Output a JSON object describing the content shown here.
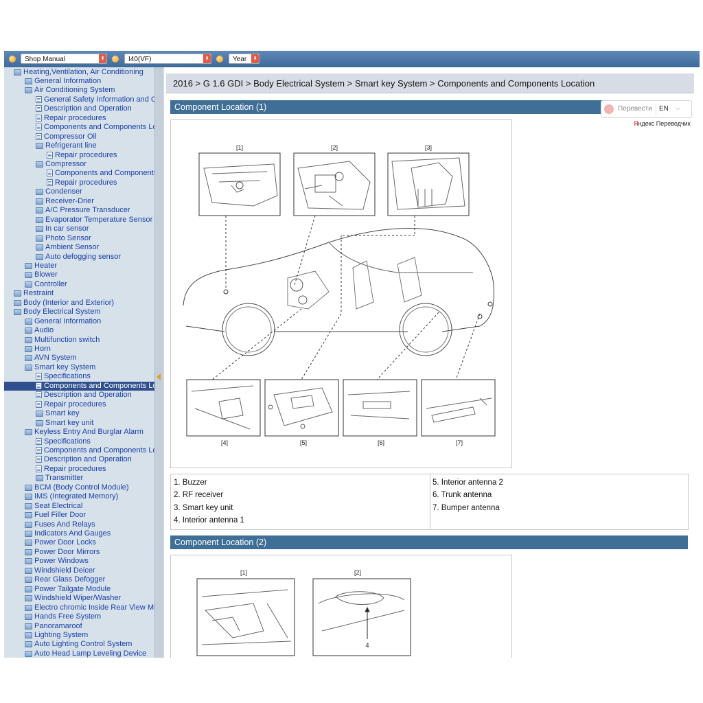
{
  "toolbar": {
    "manual": "Shop Manual",
    "model": "I40(VF)",
    "year": "Year"
  },
  "sidebar": {
    "items": [
      {
        "label": "Heating,Ventilation, Air Conditioning",
        "level": 1,
        "icon": "folder-open"
      },
      {
        "label": "General Information",
        "level": 2,
        "icon": "folder"
      },
      {
        "label": "Air Conditioning System",
        "level": 2,
        "icon": "folder-open"
      },
      {
        "label": "General Safety Information and Caution",
        "level": 3,
        "icon": "doc"
      },
      {
        "label": "Description and Operation",
        "level": 3,
        "icon": "doc"
      },
      {
        "label": "Repair procedures",
        "level": 3,
        "icon": "doc"
      },
      {
        "label": "Components and Components Location",
        "level": 3,
        "icon": "doc"
      },
      {
        "label": "Compressor Oil",
        "level": 3,
        "icon": "doc"
      },
      {
        "label": "Refrigerant line",
        "level": 3,
        "icon": "folder-open"
      },
      {
        "label": "Repair procedures",
        "level": 4,
        "icon": "doc"
      },
      {
        "label": "Compressor",
        "level": 3,
        "icon": "folder-open"
      },
      {
        "label": "Components and Components Location",
        "level": 4,
        "icon": "doc"
      },
      {
        "label": "Repair procedures",
        "level": 4,
        "icon": "doc"
      },
      {
        "label": "Condenser",
        "level": 3,
        "icon": "folder"
      },
      {
        "label": "Receiver-Drier",
        "level": 3,
        "icon": "folder"
      },
      {
        "label": "A/C Pressure Transducer",
        "level": 3,
        "icon": "folder"
      },
      {
        "label": "Evaporator Temperature Sensor",
        "level": 3,
        "icon": "folder"
      },
      {
        "label": "In car sensor",
        "level": 3,
        "icon": "folder"
      },
      {
        "label": "Photo Sensor",
        "level": 3,
        "icon": "folder"
      },
      {
        "label": "Ambient Sensor",
        "level": 3,
        "icon": "folder"
      },
      {
        "label": "Auto defogging sensor",
        "level": 3,
        "icon": "folder"
      },
      {
        "label": "Heater",
        "level": 2,
        "icon": "folder"
      },
      {
        "label": "Blower",
        "level": 2,
        "icon": "folder"
      },
      {
        "label": "Controller",
        "level": 2,
        "icon": "folder"
      },
      {
        "label": "Restraint",
        "level": 1,
        "icon": "folder"
      },
      {
        "label": "Body (Interior and Exterior)",
        "level": 1,
        "icon": "folder"
      },
      {
        "label": "Body Electrical System",
        "level": 1,
        "icon": "folder-open"
      },
      {
        "label": "General Information",
        "level": 2,
        "icon": "folder"
      },
      {
        "label": "Audio",
        "level": 2,
        "icon": "folder"
      },
      {
        "label": "Multifunction switch",
        "level": 2,
        "icon": "folder"
      },
      {
        "label": "Horn",
        "level": 2,
        "icon": "folder"
      },
      {
        "label": "AVN System",
        "level": 2,
        "icon": "folder"
      },
      {
        "label": "Smart key System",
        "level": 2,
        "icon": "folder-open"
      },
      {
        "label": "Specifications",
        "level": 3,
        "icon": "doc"
      },
      {
        "label": "Components and Components Location",
        "level": 3,
        "icon": "doc",
        "active": true
      },
      {
        "label": "Description and Operation",
        "level": 3,
        "icon": "doc"
      },
      {
        "label": "Repair procedures",
        "level": 3,
        "icon": "doc"
      },
      {
        "label": "Smart key",
        "level": 3,
        "icon": "folder"
      },
      {
        "label": "Smart key unit",
        "level": 3,
        "icon": "folder"
      },
      {
        "label": "Keyless Entry And Burglar Alarm",
        "level": 2,
        "icon": "folder-open"
      },
      {
        "label": "Specifications",
        "level": 3,
        "icon": "doc"
      },
      {
        "label": "Components and Components Location",
        "level": 3,
        "icon": "doc"
      },
      {
        "label": "Description and Operation",
        "level": 3,
        "icon": "doc"
      },
      {
        "label": "Repair procedures",
        "level": 3,
        "icon": "doc"
      },
      {
        "label": "Transmitter",
        "level": 3,
        "icon": "folder"
      },
      {
        "label": "BCM (Body Control Module)",
        "level": 2,
        "icon": "folder"
      },
      {
        "label": "IMS (Integrated Memory)",
        "level": 2,
        "icon": "folder"
      },
      {
        "label": "Seat Electrical",
        "level": 2,
        "icon": "folder"
      },
      {
        "label": "Fuel Filler Door",
        "level": 2,
        "icon": "folder"
      },
      {
        "label": "Fuses And Relays",
        "level": 2,
        "icon": "folder"
      },
      {
        "label": "Indicators And Gauges",
        "level": 2,
        "icon": "folder"
      },
      {
        "label": "Power Door Locks",
        "level": 2,
        "icon": "folder"
      },
      {
        "label": "Power Door Mirrors",
        "level": 2,
        "icon": "folder"
      },
      {
        "label": "Power Windows",
        "level": 2,
        "icon": "folder"
      },
      {
        "label": "Windshield Deicer",
        "level": 2,
        "icon": "folder"
      },
      {
        "label": "Rear Glass Defogger",
        "level": 2,
        "icon": "folder"
      },
      {
        "label": "Power Tailgate Module",
        "level": 2,
        "icon": "folder"
      },
      {
        "label": "Windshield Wiper/Washer",
        "level": 2,
        "icon": "folder"
      },
      {
        "label": "Electro chromic Inside Rear View Mirror",
        "level": 2,
        "icon": "folder"
      },
      {
        "label": "Hands Free System",
        "level": 2,
        "icon": "folder"
      },
      {
        "label": "Panoramaroof",
        "level": 2,
        "icon": "folder"
      },
      {
        "label": "Lighting System",
        "level": 2,
        "icon": "folder"
      },
      {
        "label": "Auto Lighting Control System",
        "level": 2,
        "icon": "folder"
      },
      {
        "label": "Auto Head Lamp Leveling Device",
        "level": 2,
        "icon": "folder"
      }
    ]
  },
  "content": {
    "breadcrumb": "2016 > G 1.6 GDI > Body Electrical System > Smart key System > Components and Components Location",
    "section1_title": "Component Location (1)",
    "section2_title": "Component Location (2)",
    "translate": {
      "label": "Перевести",
      "lang": "EN",
      "brand_y": "Я",
      "brand_rest": "ндекс Переводчик"
    },
    "figure1": {
      "top_labels": [
        "[1]",
        "[2]",
        "[3]"
      ],
      "bottom_labels": [
        "[4]",
        "[5]",
        "[6]",
        "[7]"
      ]
    },
    "figure2": {
      "labels": [
        "[1]",
        "[2]"
      ],
      "callout": "4"
    },
    "legend": {
      "left": [
        "1. Buzzer",
        "2. RF receiver",
        "3. Smart key unit",
        "4. Interior antenna 1"
      ],
      "right": [
        "5. Interior antenna 2",
        "6. Trunk antenna",
        "7. Bumper antenna"
      ]
    }
  }
}
